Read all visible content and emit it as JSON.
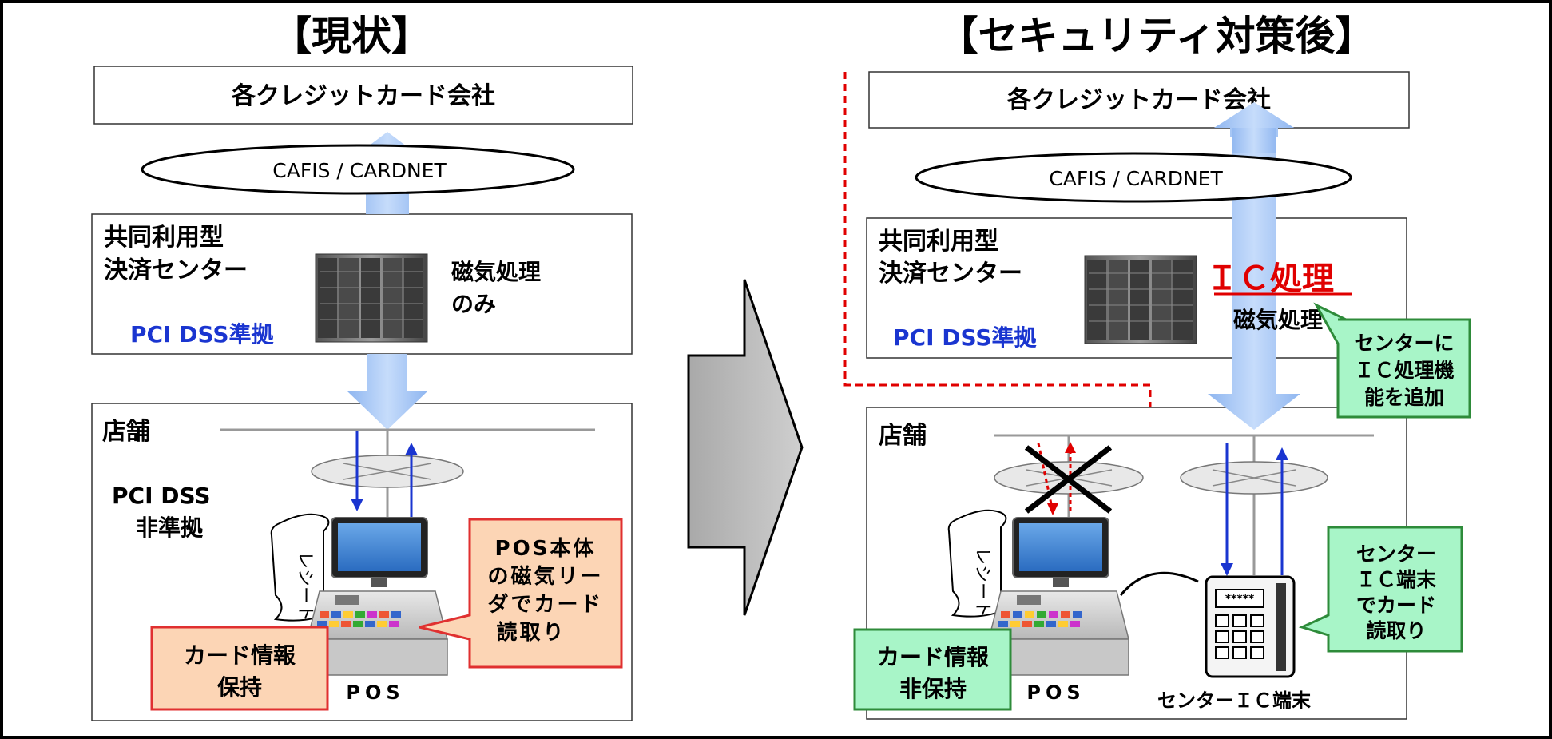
{
  "left": {
    "title": "【現状】",
    "card_company": "各クレジットカード会社",
    "network": "CAFIS / CARDNET",
    "center_line1": "共同利用型",
    "center_line2": "決済センター",
    "pci": "PCI DSS準拠",
    "processing_line1": "磁気処理",
    "processing_line2": "のみ",
    "store": "店舗",
    "store_pci_line1": "PCI DSS",
    "store_pci_line2": "非準拠",
    "receipt": "レシート",
    "pos": "POS",
    "card_info_line1": "カード情報",
    "card_info_line2": "保持",
    "callout_lines": [
      "POS本体",
      "の磁気リー",
      "ダでカード",
      "読取り"
    ]
  },
  "right": {
    "title": "【セキュリティ対策後】",
    "card_company": "各クレジットカード会社",
    "network": "CAFIS / CARDNET",
    "center_line1": "共同利用型",
    "center_line2": "決済センター",
    "pci": "PCI DSS準拠",
    "ic_processing": "ＩＣ処理",
    "mag_processing": "磁気処理",
    "callout_center_lines": [
      "センターに",
      "ＩＣ処理機",
      "能を追加"
    ],
    "store": "店舗",
    "receipt": "レシート",
    "pos": "POS",
    "card_info_line1": "カード情報",
    "card_info_line2": "非保持",
    "terminal_screen": "*****",
    "terminal_label": "センターＩＣ端末",
    "callout_terminal_lines": [
      "センター",
      "ＩＣ端末",
      "でカード",
      "読取り"
    ]
  },
  "colors": {
    "pci_blue": "#1a35d0",
    "ic_red": "#e00000",
    "warn_fill": "#fcd5b5",
    "warn_stroke": "#e03030",
    "ok_fill": "#a8f5c8",
    "ok_stroke": "#2e8b3a",
    "flow_arrow": "#9fc3f5",
    "transition_arrow": "#bdbdbd"
  }
}
